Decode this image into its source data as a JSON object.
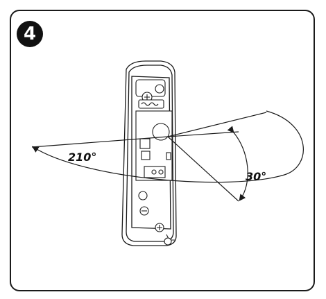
{
  "step": {
    "number": "4"
  },
  "angles": {
    "horizontal_label": "210°",
    "vertical_label": "30°"
  },
  "colors": {
    "stroke": "#1a1a1a",
    "background": "#ffffff",
    "badge": "#111111"
  }
}
